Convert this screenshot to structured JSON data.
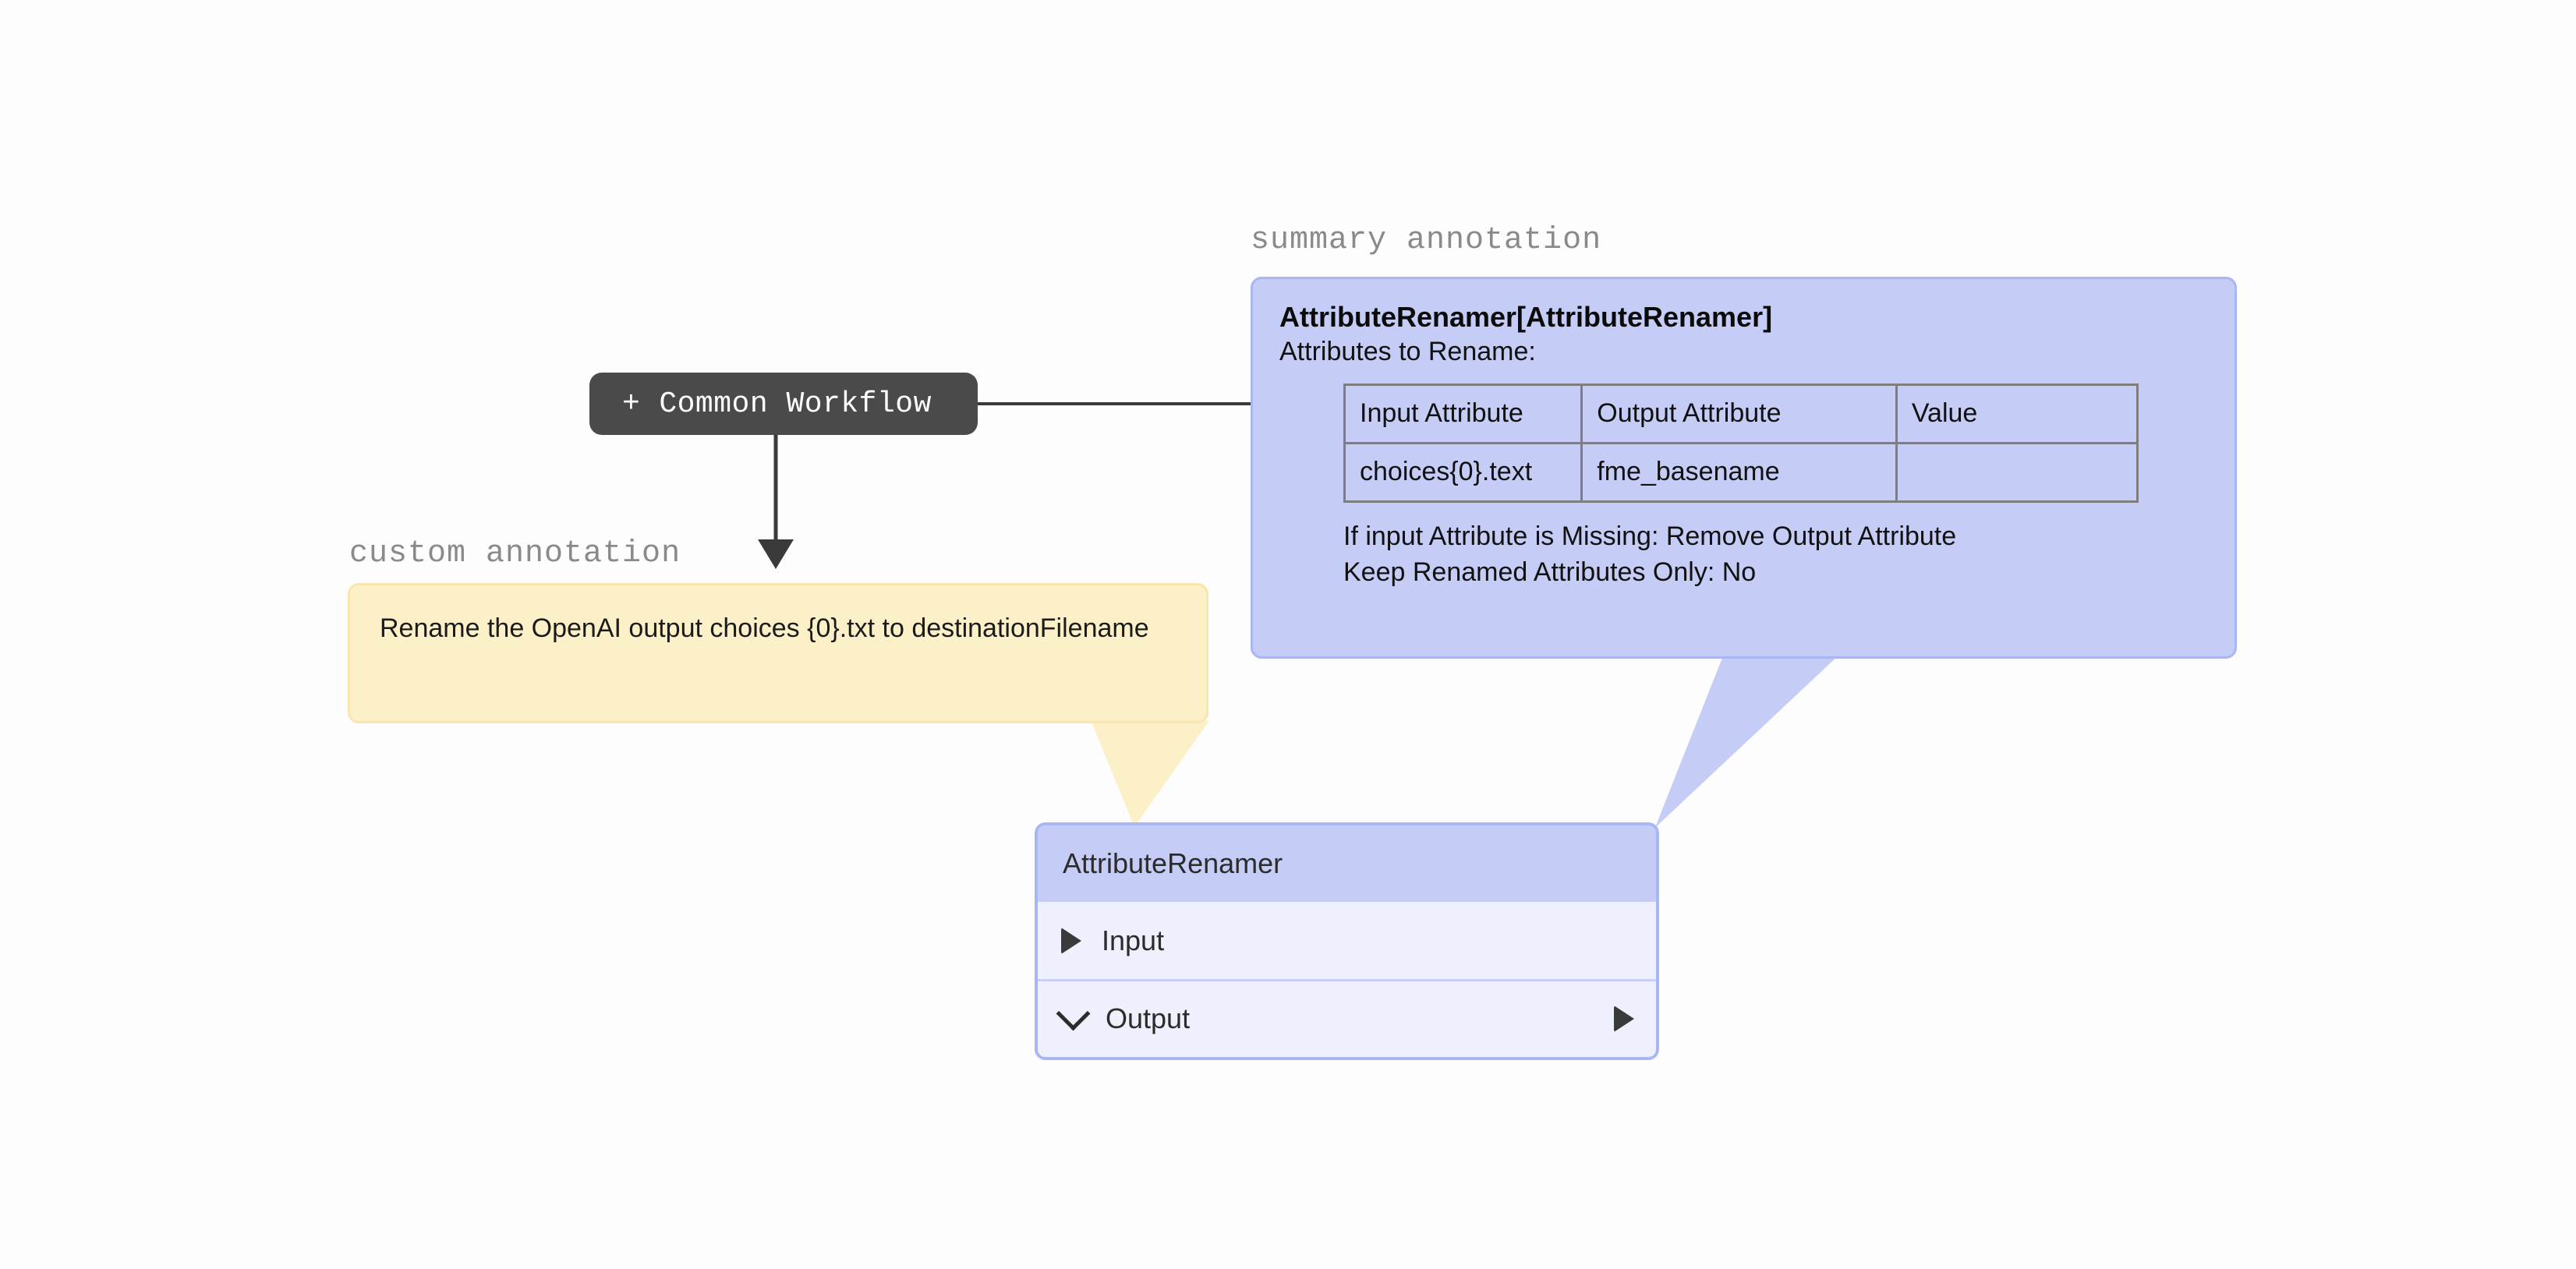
{
  "captions": {
    "summary": "summary annotation",
    "custom": "custom annotation"
  },
  "workflow_pill": {
    "plus": "+",
    "label": "Common Workflow"
  },
  "summary_callout": {
    "title": "AttributeRenamer[AttributeRenamer]",
    "subtitle": "Attributes to Rename:",
    "table": {
      "headers": [
        "Input Attribute",
        "Output Attribute",
        "Value"
      ],
      "rows": [
        [
          "choices{0}.text",
          "fme_basename",
          ""
        ]
      ]
    },
    "footer_lines": [
      "If input Attribute is Missing: Remove Output Attribute",
      "Keep Renamed Attributes Only: No"
    ]
  },
  "custom_callout": {
    "text": "Rename the OpenAI output choices {0}.txt to destinationFilename"
  },
  "renamer_node": {
    "header": "AttributeRenamer",
    "input_label": "Input",
    "output_label": "Output",
    "input_icon": "triangle-right-icon",
    "output_collapse_icon": "chevron-down-icon",
    "output_port_icon": "triangle-right-icon"
  },
  "colors": {
    "page_background": "#fdfdfd",
    "pill_background": "#4a4a4a",
    "summary_fill": "#c5cdf7",
    "summary_border": "#aab6f2",
    "custom_fill": "#fcf0c9",
    "custom_border": "#f8e6ad",
    "node_row_fill": "#eef0fd",
    "table_border": "#7e7e7e",
    "caption_text": "#8a8a8a",
    "connector_line": "#3a3a3a"
  }
}
